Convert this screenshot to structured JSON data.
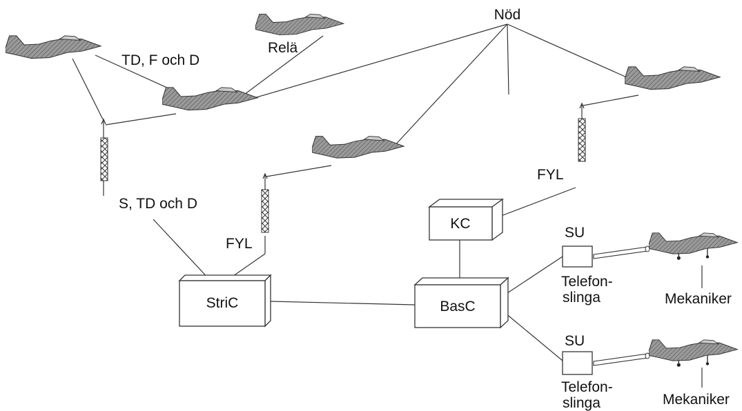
{
  "labels": {
    "nod": "Nöd",
    "rela": "Relä",
    "td_f_och_d": "TD, F och D",
    "s_td_och_d": "S, TD och D",
    "fyl_left": "FYL",
    "fyl_right": "FYL",
    "kc": "KC",
    "stric": "StriC",
    "basc": "BasC",
    "su_top": "SU",
    "su_bottom": "SU",
    "telefon_top_1": "Telefon-",
    "telefon_top_2": "slinga",
    "telefon_bottom_1": "Telefon-",
    "telefon_bottom_2": "slinga",
    "mekaniker_top": "Mekaniker",
    "mekaniker_bottom": "Mekaniker"
  },
  "colors": {
    "aircraft_fill": "#8a8a8a",
    "line": "#333333",
    "background": "#ffffff"
  },
  "icons": {
    "aircraft": "jet-aircraft-icon",
    "antenna": "antenna-mast-icon",
    "cable": "phone-cable-icon"
  }
}
